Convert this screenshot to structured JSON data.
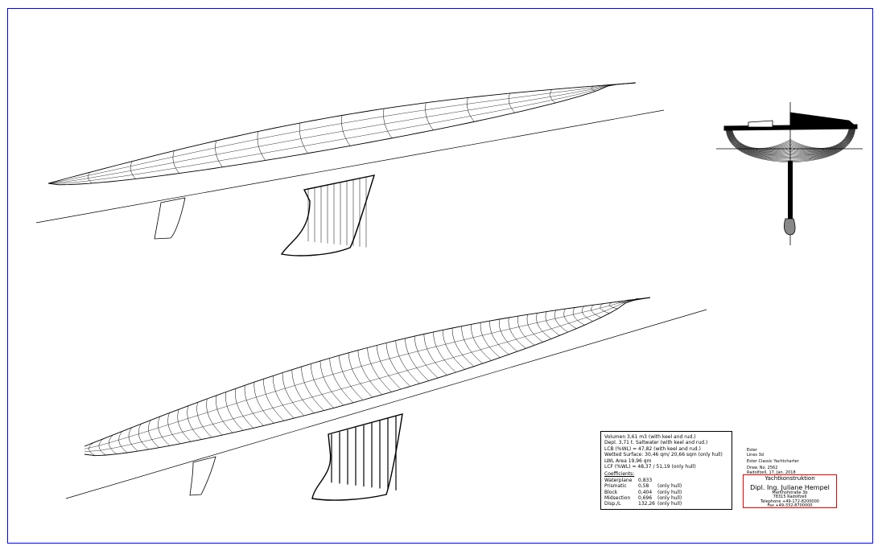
{
  "hydrostatics": {
    "lines": [
      "Volumen 3,61 m3 (with keel and rud.)",
      "Depl. 3,71 t. Saltwater (with keel and rud.)",
      "LCB (%WL) = 47,82 (with keel and rud.)",
      "Wetted Surface: 30,46 qm/ 20,66 sqm (only hull)",
      "LWL Area 19,96 qm",
      "LCF (%WL) = 48,37 / 51,19 (only hull)"
    ],
    "coefficients_title": "Coefficients:",
    "coefficients": [
      {
        "name": "Waterplane",
        "value": "0,833",
        "note": ""
      },
      {
        "name": "Prismatic",
        "value": "0,58",
        "note": "(only hull)"
      },
      {
        "name": "Block",
        "value": "0,404",
        "note": "(only hull)"
      },
      {
        "name": "Midsection",
        "value": "0,696",
        "note": "(only hull)"
      },
      {
        "name": "Disp./L",
        "value": "132,26",
        "note": "(only hull)"
      }
    ]
  },
  "title_block": {
    "project": "Ester",
    "sheet": "Lines 3d",
    "client": "Ester Classic Yachtcharter",
    "drawing_no": "Draw. No. 2562",
    "place_date": "Radolfzell, 17. Jan. 2018"
  },
  "stamp": {
    "firm": "Yachtkonstruktion",
    "designer": "Dipl. Ing. Juliane Hempel",
    "street": "Markhofstraße 3b",
    "city": "78315 Radolfzell",
    "phone": "Telephone +49-172-8200000",
    "fax": "Fax +49-332-8700000"
  },
  "colors": {
    "frame": "#0000ff",
    "stamp_border": "#e00000",
    "ink": "#000000"
  }
}
